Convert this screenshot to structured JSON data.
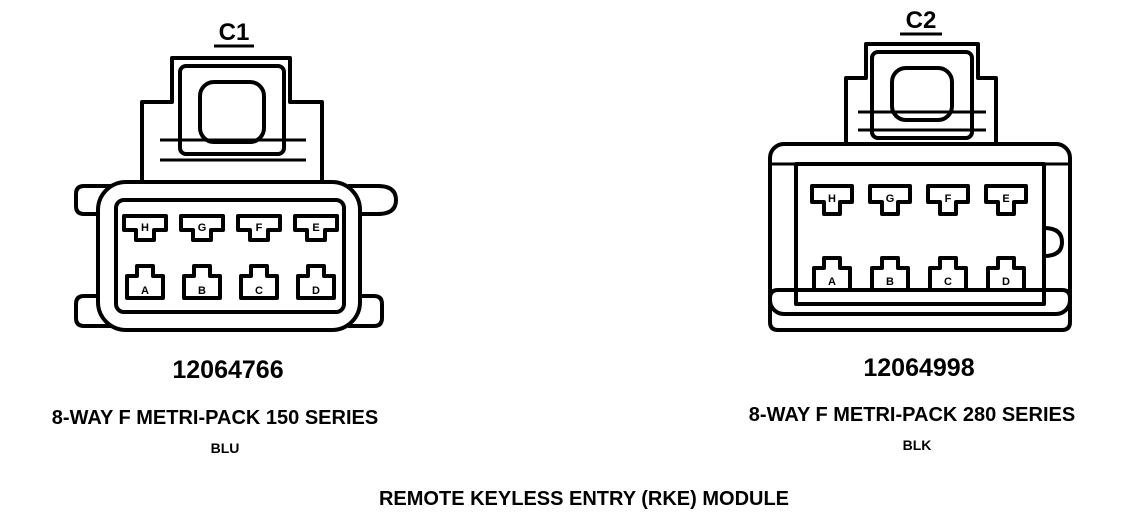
{
  "connectors": [
    {
      "id": "C1",
      "part_number": "12064766",
      "description": "8-WAY F METRI-PACK 150 SERIES",
      "color": "BLU",
      "cavities_top": [
        "H",
        "G",
        "F",
        "E"
      ],
      "cavities_bottom": [
        "A",
        "B",
        "C",
        "D"
      ]
    },
    {
      "id": "C2",
      "part_number": "12064998",
      "description": "8-WAY F METRI-PACK 280 SERIES",
      "color": "BLK",
      "cavities_top": [
        "H",
        "G",
        "F",
        "E"
      ],
      "cavities_bottom": [
        "A",
        "B",
        "C",
        "D"
      ]
    }
  ],
  "module_title": "REMOTE KEYLESS ENTRY (RKE) MODULE"
}
